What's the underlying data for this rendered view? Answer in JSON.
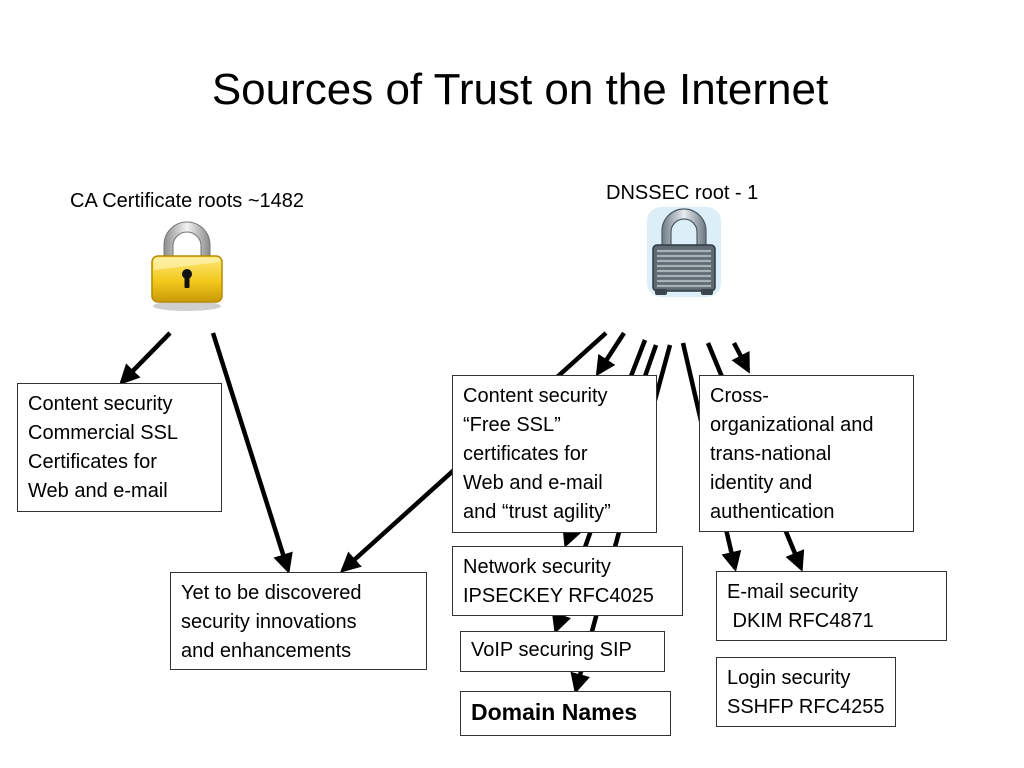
{
  "title": "Sources of Trust on the Internet",
  "ca_root": {
    "label": "CA Certificate roots ~1482",
    "icon": "gold-padlock-icon"
  },
  "dnssec_root": {
    "label": "DNSSEC root - 1",
    "icon": "steel-padlock-icon"
  },
  "boxes": {
    "commercial_ssl": [
      "Content security",
      "Commercial SSL",
      "Certificates for",
      "Web and e-mail"
    ],
    "innovations": [
      "Yet to be discovered",
      "security innovations",
      "and enhancements"
    ],
    "free_ssl": [
      "Content security",
      "“Free SSL”",
      "certificates for",
      "Web and e-mail",
      "and “trust agility”"
    ],
    "cross_org": [
      "Cross-",
      "organizational and",
      "trans-national",
      "identity and",
      "authentication"
    ],
    "network_security": [
      "Network security",
      "IPSECKEY RFC4025"
    ],
    "voip": [
      "VoIP securing SIP"
    ],
    "domain_names": [
      "Domain Names"
    ],
    "email_security": [
      "E-mail security",
      " DKIM RFC4871"
    ],
    "login_security": [
      "Login security",
      "SSHFP RFC4255"
    ]
  }
}
